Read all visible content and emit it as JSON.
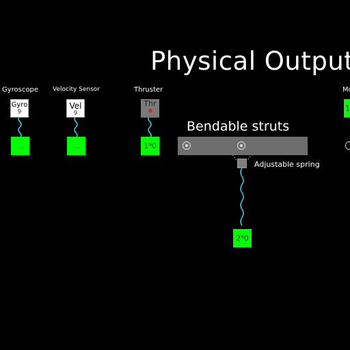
{
  "title": "Physical Output",
  "components": {
    "gyroscope": {
      "caption": "Gyroscope",
      "label": "Gyro",
      "key": "9",
      "output": "..."
    },
    "velocity_sensor": {
      "caption": "Velocity Sensor",
      "label": "Vel",
      "key": "9",
      "output": "..."
    },
    "thruster": {
      "caption": "Thruster",
      "label": "Thr",
      "output": "1⁹0"
    },
    "motor": {
      "caption": "Mo",
      "output": "1"
    }
  },
  "struts": {
    "label": "Bendable struts"
  },
  "spring": {
    "label": "Adjustable spring",
    "output": "2⁹0"
  },
  "colors": {
    "background": "#000000",
    "output_block": "#00ff00",
    "wire": "#20d0e0",
    "strut": "#6e6e6e"
  }
}
